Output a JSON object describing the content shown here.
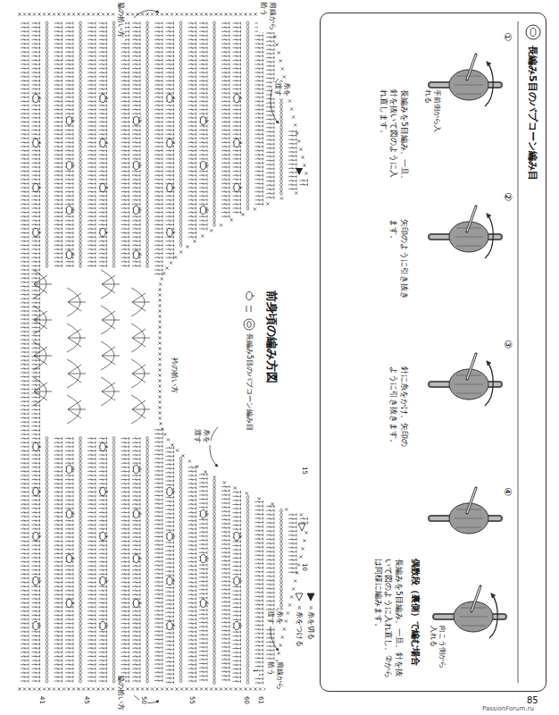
{
  "diagram": {
    "title": "前身頃の編み方図",
    "nodes": [
      {
        "text": [
          "長編み5目のパプコーン編み目"
        ]
      }
    ],
    "labels": [
      "①",
      "手前側から入れる",
      "長編みを5目編み、一旦、針を抜いて図のように入れ直します。",
      "②",
      "矢印のように引き抜きます。",
      "③",
      "針に糸をかけ、矢印のように引き抜きます。",
      "④",
      "偶数段（裏側）で編む場合",
      "向こう側から入れる",
      "長編みを5目編み、一旦、針を抜いて図のように入れ直し、②からは同様に編みます。",
      "脇の拾い方",
      "肩線から拾う",
      "糸を渡す",
      "衿の拾い方",
      "糸を渡す",
      "糸を渡す",
      "肩線から拾う",
      "脇の拾い方",
      "41",
      "45",
      "50",
      "55",
      "60",
      "61",
      "1",
      "10",
      "15",
      "85",
      "PassionForum.ru"
    ],
    "legend": [
      {
        "text": "長編み5目のパプコーン編み目"
      },
      {
        "text": "＝糸をつける"
      },
      {
        "text": "＝糸を切る"
      }
    ]
  }
}
